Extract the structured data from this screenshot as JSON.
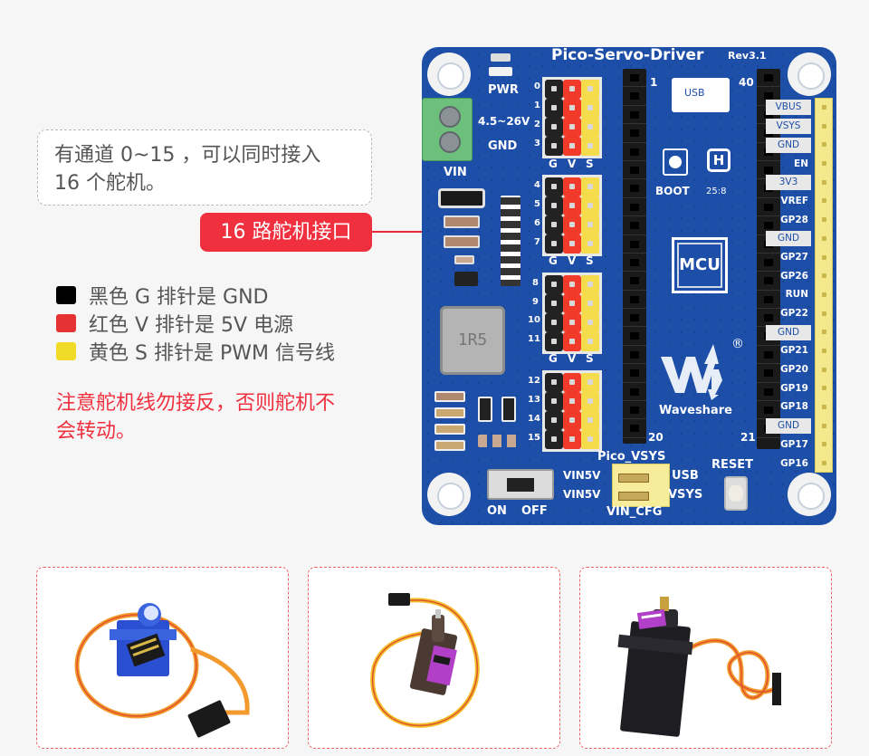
{
  "info_box": {
    "line1": "有通道 0~15 ，可以同时接入",
    "line2": "16 个舵机。"
  },
  "callout": {
    "label": "16 路舵机接口",
    "color": "#f0303f"
  },
  "legend": [
    {
      "color": "#000000",
      "text": "黑色 G 排针是 GND"
    },
    {
      "color": "#e63232",
      "text": "红色 V 排针是 5V 电源"
    },
    {
      "color": "#f0dc28",
      "text": "黄色 S 排针是 PWM 信号线"
    }
  ],
  "warning": {
    "line1": "注意舵机线勿接反，否则舵机不",
    "line2": "会转动。",
    "color": "#f0303f"
  },
  "board": {
    "title": "Pico-Servo-Driver",
    "revision": "Rev3.1",
    "color": "#1d4fa8",
    "labels": {
      "pwr": "PWR",
      "vin_range": "4.5~26V",
      "gnd": "GND",
      "vin": "VIN",
      "boot": "BOOT",
      "date_code": "25:8",
      "mcu": "MCU",
      "usb": "USB",
      "brand": "Waveshare",
      "registered": "®",
      "inductor": "1R5",
      "reset": "RESET",
      "on": "ON",
      "off": "OFF",
      "pico_vsys": "Pico_VSYS",
      "vin5v_1": "VIN5V",
      "vin5v_2": "VIN5V",
      "jumper_usb": "USB",
      "jumper_vsys": "VSYS",
      "vin_cfg": "VIN_CFG",
      "pin1": "1",
      "pin40": "40",
      "pin20": "20",
      "pin21": "21"
    },
    "servo_channels": [
      "0",
      "1",
      "2",
      "3",
      "4",
      "5",
      "6",
      "7",
      "8",
      "9",
      "10",
      "11",
      "12",
      "13",
      "14",
      "15"
    ],
    "gvs_header": [
      "G",
      "V",
      "S"
    ],
    "right_pins": [
      {
        "label": "VBUS",
        "boxed": true
      },
      {
        "label": "VSYS",
        "boxed": true
      },
      {
        "label": "GND",
        "boxed": true
      },
      {
        "label": "EN",
        "boxed": false
      },
      {
        "label": "3V3",
        "boxed": true
      },
      {
        "label": "VREF",
        "boxed": false
      },
      {
        "label": "GP28",
        "boxed": false
      },
      {
        "label": "GND",
        "boxed": true
      },
      {
        "label": "GP27",
        "boxed": false
      },
      {
        "label": "GP26",
        "boxed": false
      },
      {
        "label": "RUN",
        "boxed": false
      },
      {
        "label": "GP22",
        "boxed": false
      },
      {
        "label": "GND",
        "boxed": true
      },
      {
        "label": "GP21",
        "boxed": false
      },
      {
        "label": "GP20",
        "boxed": false
      },
      {
        "label": "GP19",
        "boxed": false
      },
      {
        "label": "GP18",
        "boxed": false
      },
      {
        "label": "GND",
        "boxed": true
      },
      {
        "label": "GP17",
        "boxed": false
      },
      {
        "label": "GP16",
        "boxed": false
      }
    ]
  },
  "products": [
    {
      "name": "blue-micro-servo",
      "body_color": "#2a4fd0"
    },
    {
      "name": "metal-gear-micro-servo",
      "body_color": "#4a3a32"
    },
    {
      "name": "standard-metal-gear-servo",
      "body_color": "#1e1e22"
    }
  ]
}
